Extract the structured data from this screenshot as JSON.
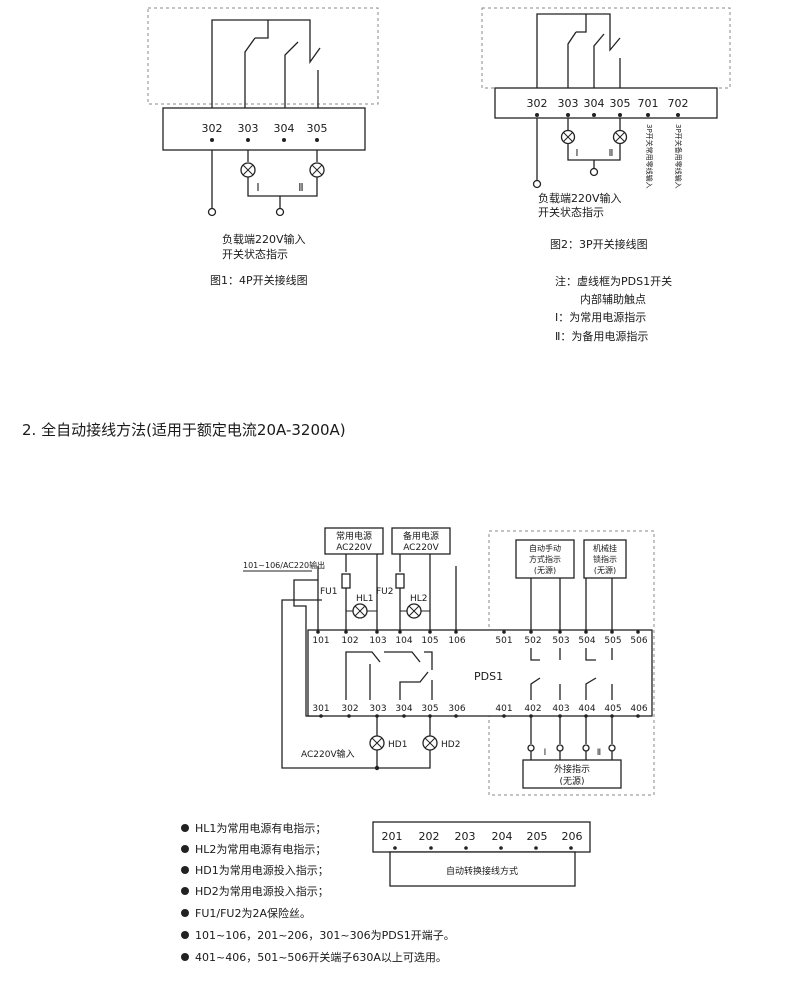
{
  "diagram1": {
    "terminals": [
      "302",
      "303",
      "304",
      "305"
    ],
    "lamp_labels": [
      "Ⅰ",
      "Ⅱ"
    ],
    "load_label_line1": "负载端220V输入",
    "load_label_line2": "开关状态指示",
    "caption": "图1：4P开关接线图"
  },
  "diagram2": {
    "terminals": [
      "302",
      "303",
      "304",
      "305",
      "701",
      "702"
    ],
    "lamp_labels": [
      "Ⅰ",
      "Ⅱ"
    ],
    "vertical_label_701": "3P开关常用零线输入",
    "vertical_label_702": "3P开关备用零线输入",
    "load_label_line1": "负载端220V输入",
    "load_label_line2": "开关状态指示",
    "caption": "图2：3P开关接线图"
  },
  "notes": {
    "line1": "注：虚线框为PDS1开关",
    "line2": "内部辅助触点",
    "line3": "Ⅰ：为常用电源指示",
    "line4": "Ⅱ：为备用电源指示"
  },
  "section_heading": "2. 全自动接线方法(适用于额定电流20A-3200A)",
  "diagram3": {
    "power_normal_line1": "常用电源",
    "power_normal_line2": "AC220V",
    "power_backup_line1": "备用电源",
    "power_backup_line2": "AC220V",
    "output_label": "101~106/AC220输出",
    "fu1": "FU1",
    "fu2": "FU2",
    "hl1": "HL1",
    "hl2": "HL2",
    "top_terminals": [
      "101",
      "102",
      "103",
      "104",
      "105",
      "106",
      "501",
      "502",
      "503",
      "504",
      "505",
      "506"
    ],
    "bottom_terminals": [
      "301",
      "302",
      "303",
      "304",
      "305",
      "306",
      "401",
      "402",
      "403",
      "404",
      "405",
      "406"
    ],
    "device_name": "PDS1",
    "auto_manual_line1": "自动手动",
    "auto_manual_line2": "方式指示",
    "auto_manual_line3": "(无源)",
    "mech_lock_line1": "机械挂",
    "mech_lock_line2": "锁指示",
    "mech_lock_line3": "(无源)",
    "input_label": "AC220V输入",
    "hd1": "HD1",
    "hd2": "HD2",
    "lamp_labels": [
      "Ⅰ",
      "Ⅱ"
    ],
    "external_line1": "外接指示",
    "external_line2": "(无源)"
  },
  "legend": [
    "HL1为常用电源有电指示；",
    "HL2为常用电源有电指示；",
    "HD1为常用电源投入指示；",
    "HD2为常用电源投入指示；",
    "FU1/FU2为2A保险丝。",
    "101~106，201~206，301~306为PDS1开端子。",
    "401~406，501~506开关端子630A以上可选用。"
  ],
  "aux_block": {
    "terminals": [
      "201",
      "202",
      "203",
      "204",
      "205",
      "206"
    ],
    "caption": "自动转换接线方式"
  }
}
